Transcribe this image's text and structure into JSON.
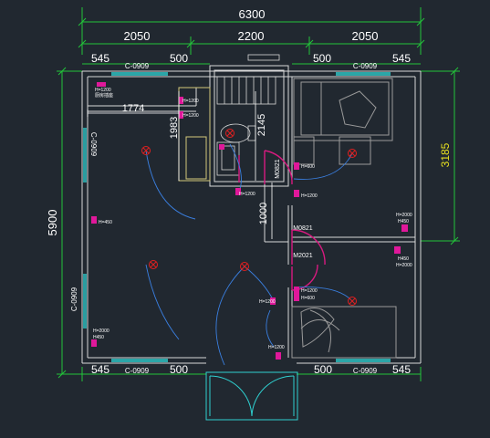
{
  "colors": {
    "background": "#212830",
    "wall": "#d8d8d8",
    "dimension": "#22c53a",
    "window": "#2fd0d0",
    "door": "#d81a80",
    "light": "#e02020",
    "wiring": "#3a7fe0",
    "furniture": "#9a9a9a",
    "fixture": "#d4c97a",
    "outlet": "#e0189a",
    "highlight": "#e8e020"
  },
  "dimensions": {
    "total_width": "6300",
    "seg_left": "2050",
    "seg_mid": "2200",
    "seg_right": "2050",
    "total_height": "5900",
    "right_height": "3185",
    "top_left_gap": "545",
    "top_left_mid": "500",
    "top_right_mid": "500",
    "top_right_gap": "545",
    "bottom_left_gap": "545",
    "bottom_left_mid": "500",
    "bottom_right_mid": "500",
    "bottom_right_gap": "545",
    "inner_1774": "1774",
    "inner_1983": "1983",
    "inner_2145": "2145",
    "inner_1000": "1000"
  },
  "window_labels": {
    "top_left": "C-0909",
    "top_right": "C-0909",
    "bottom_left": "C-0909",
    "bottom_right": "C-0909",
    "left_wall": "C-0909",
    "left_wall_upper": "C-0909"
  },
  "door_labels": {
    "left": "M0821",
    "right": "M0821",
    "right_lower": "M2021"
  },
  "outlets": {
    "h1200_a": "H=1200",
    "kitchen_label": "厨房插座",
    "h1200_b": "H=1200",
    "h1200_c": "H=1200",
    "h1200_d": "H=1200",
    "h600_a": "H=600",
    "h1200_e": "H=1200",
    "h450_left": "H=450",
    "h2000_r": "H=2000",
    "h450_r": "H450",
    "h450_r2": "H450",
    "h2000_r2": "H=2000",
    "h1200_f": "H=1200",
    "h600_b": "H=600",
    "h1200_g": "H=1200",
    "h1200_h": "H=1200",
    "h2000_left": "H=2000",
    "h450_left2": "H450"
  }
}
